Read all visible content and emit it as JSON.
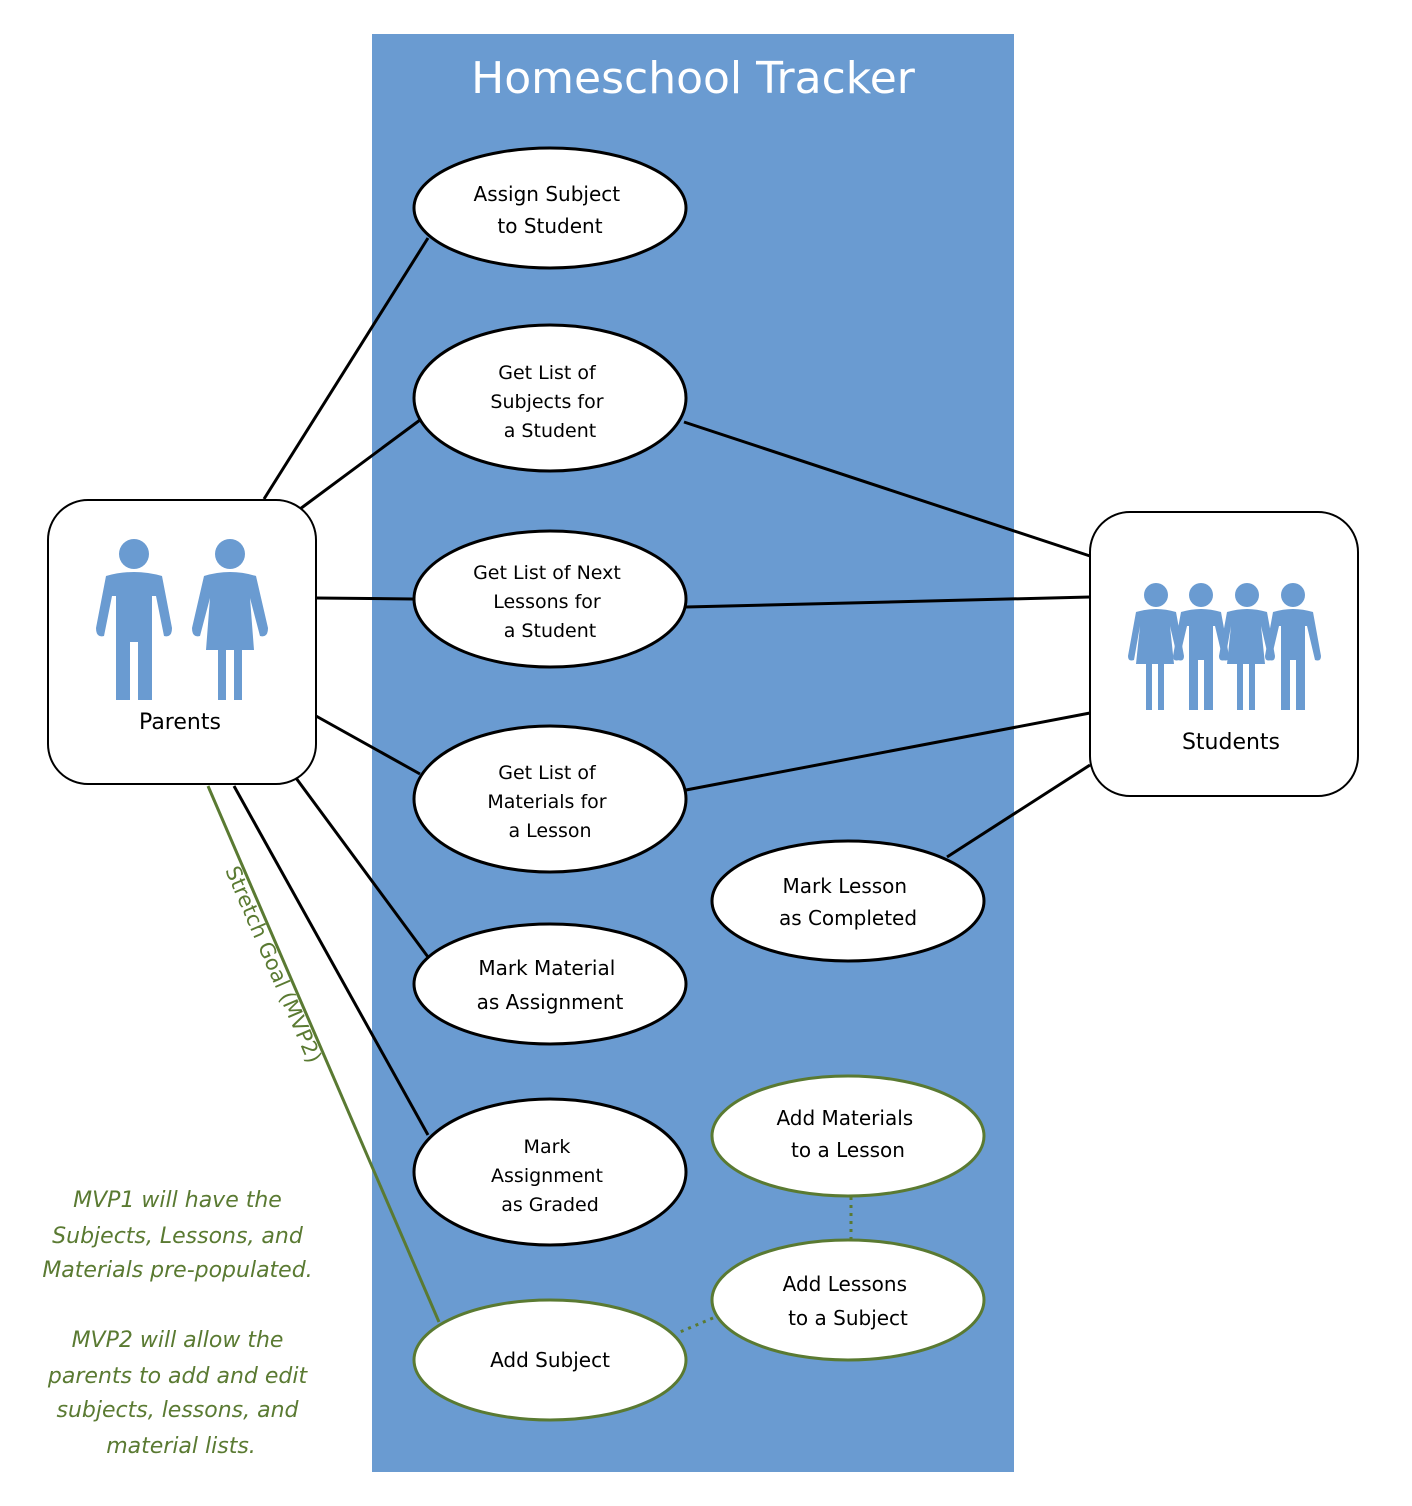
{
  "diagram": {
    "system_title": "Homeschool Tracker",
    "actors": {
      "parents": {
        "label": "Parents",
        "icon": "parents-icon"
      },
      "students": {
        "label": "Students",
        "icon": "students-icon"
      }
    },
    "use_cases": {
      "assign_subject": [
        "Assign Subject",
        "to Student"
      ],
      "subjects_for_student": [
        "Get List of",
        "Subjects for",
        "a Student"
      ],
      "next_lessons": [
        "Get List of Next",
        "Lessons for",
        "a Student"
      ],
      "materials_for_lesson": [
        "Get List of",
        "Materials for",
        "a Lesson"
      ],
      "mark_lesson_completed": [
        "Mark Lesson",
        "as Completed"
      ],
      "mark_material_assignment": [
        "Mark Material",
        "as Assignment"
      ],
      "mark_assignment_graded": [
        "Mark",
        "Assignment",
        "as Graded"
      ],
      "add_materials": [
        "Add Materials",
        "to a Lesson"
      ],
      "add_lessons": [
        "Add Lessons",
        "to a Subject"
      ],
      "add_subject": [
        "Add Subject"
      ]
    },
    "stretch_goal_label": "Stretch Goal (MVP2)",
    "notes": [
      "MVP1 will have the",
      "Subjects, Lessons, and",
      "Materials pre-populated.",
      "",
      "MVP2 will allow the",
      "parents to add and edit",
      "subjects, lessons, and",
      "material lists."
    ],
    "colors": {
      "system_fill": "#6a9bd1",
      "actor_icon": "#6a9bd1",
      "stretch_green": "#5a7a32",
      "line": "#000000"
    }
  }
}
